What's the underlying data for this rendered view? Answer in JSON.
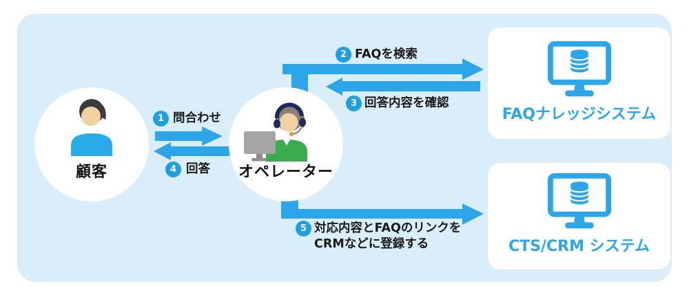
{
  "diagram": {
    "actors": {
      "customer": {
        "label": "顧客"
      },
      "operator": {
        "label": "オペレーター"
      }
    },
    "systems": {
      "faq": {
        "label": "FAQナレッジシステム"
      },
      "cts": {
        "label": "CTS/CRM システム"
      }
    },
    "steps": [
      {
        "num": "1",
        "label": "問合わせ"
      },
      {
        "num": "2",
        "label": "FAQを検索"
      },
      {
        "num": "3",
        "label": "回答内容を確認"
      },
      {
        "num": "4",
        "label": "回答"
      },
      {
        "num": "5",
        "label": "対応内容とFAQのリンクを",
        "label2": "CRMなどに登録する"
      }
    ],
    "icons": {
      "customer": "person-icon",
      "operator": "operator-headset-icon",
      "faq": "monitor-database-icon",
      "cts": "monitor-database-icon"
    },
    "colors": {
      "accent_blue": "#2CA6E8",
      "badge_blue": "#1D9FE0",
      "canvas_background": "#D9EDFB",
      "card_background": "#FFFFFF",
      "label_text": "#1A1A1A",
      "system_label_text": "#2CA6E8",
      "operator_shirt_green": "#3BAC4E",
      "customer_shirt_blue": "#29ABE9",
      "skin": "#F0D2A2",
      "headset_navy": "#1B2B5C",
      "mic_orange": "#F7931E"
    }
  }
}
